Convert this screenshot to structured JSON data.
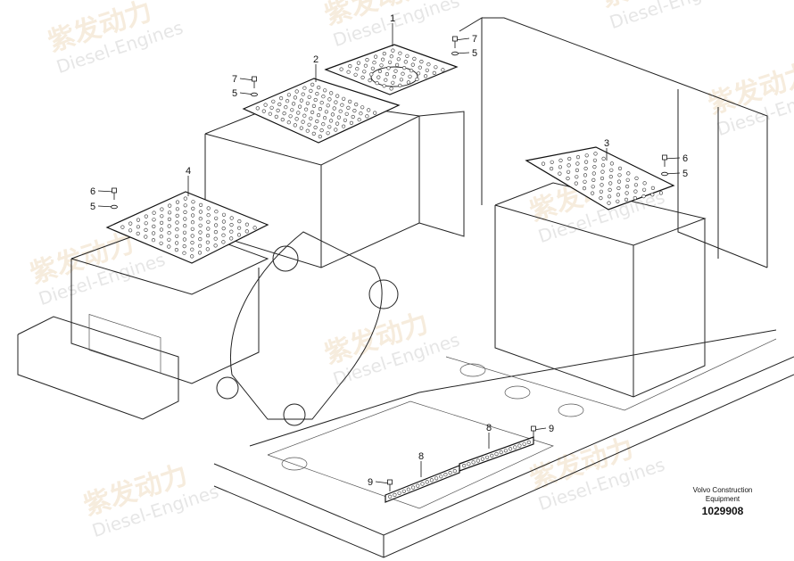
{
  "diagram": {
    "callouts": [
      {
        "label": "1"
      },
      {
        "label": "2"
      },
      {
        "label": "3"
      },
      {
        "label": "4"
      },
      {
        "label": "7"
      },
      {
        "label": "5"
      },
      {
        "label": "7"
      },
      {
        "label": "5"
      },
      {
        "label": "6"
      },
      {
        "label": "5"
      },
      {
        "label": "6"
      },
      {
        "label": "5"
      },
      {
        "label": "8"
      },
      {
        "label": "8"
      },
      {
        "label": "9"
      },
      {
        "label": "9"
      }
    ],
    "brand_line1": "Volvo Construction",
    "brand_line2": "Equipment",
    "drawing_number": "1029908",
    "watermark_cn": "紫发动力",
    "watermark_en": "Diesel-Engines"
  }
}
